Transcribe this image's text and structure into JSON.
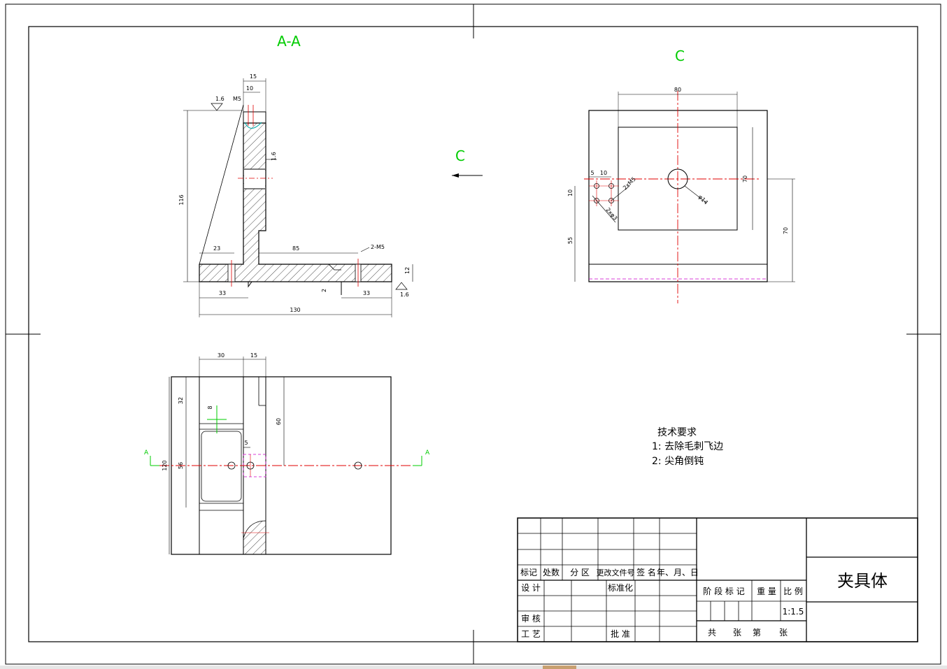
{
  "views": {
    "section_aa": {
      "title": "A-A"
    },
    "view_c": {
      "title": "C"
    },
    "arrow_c_label": "C",
    "section_mark": "A"
  },
  "dimensions": {
    "aa": [
      "15",
      "10",
      "1.6",
      "M5",
      "116",
      "1.6",
      "23",
      "85",
      "2-M5",
      "12",
      "2",
      "33",
      "33",
      "1.6",
      "130"
    ],
    "c": [
      "80",
      "5",
      "10",
      "10",
      "55",
      "70",
      "70",
      "φ14",
      "2xM5",
      "2xφ3"
    ],
    "top": [
      "30",
      "15",
      "32",
      "8",
      "60",
      "5",
      "120",
      "56"
    ]
  },
  "tech_requirements": {
    "title": "技术要求",
    "items": [
      "1: 去除毛刺飞边",
      "2: 尖角倒钝"
    ]
  },
  "title_block": {
    "part_name": "夹具体",
    "headers": [
      "标记",
      "处数",
      "分 区",
      "更改文件号",
      "签 名",
      "年、月、日"
    ],
    "design": "设 计",
    "standardize": "标准化",
    "review": "审 核",
    "process": "工 艺",
    "approve": "批 准",
    "stage_mark": "阶 段 标 记",
    "weight": "重 量",
    "scale_label": "比 例",
    "scale": "1:1.5",
    "sheet_total": "共",
    "sheet_unit": "张",
    "sheet_no": "第",
    "sheet_unit2": "张"
  },
  "colors": {
    "line": "#000000",
    "center": "#e00000",
    "accent": "#00cc00",
    "hidden": "#cc00cc"
  }
}
